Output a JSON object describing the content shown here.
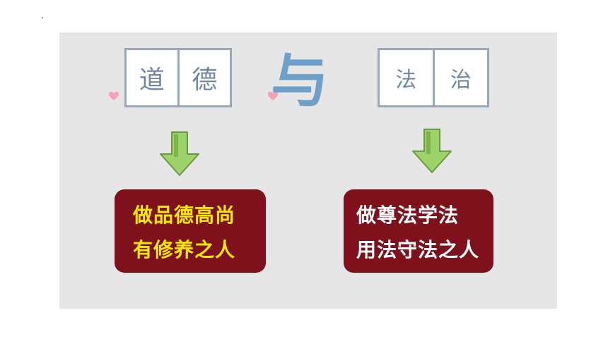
{
  "left_word": {
    "char1": "道",
    "char2": "德"
  },
  "connector": "与",
  "right_word": {
    "char1": "法",
    "char2": "治"
  },
  "left_card": {
    "line1": "做品德高尚",
    "line2": "有修养之人"
  },
  "right_card": {
    "line1": "做尊法学法",
    "line2": "用法守法之人"
  },
  "colors": {
    "panel_bg": "#e6e6e6",
    "card_bg": "#7e111c",
    "left_card_text": "#ffea00",
    "right_card_text": "#ffffff",
    "arrow_green": "#9ed36a",
    "connector_blue": "#6ea0c9",
    "heart_pink": "#f2a3b8"
  }
}
